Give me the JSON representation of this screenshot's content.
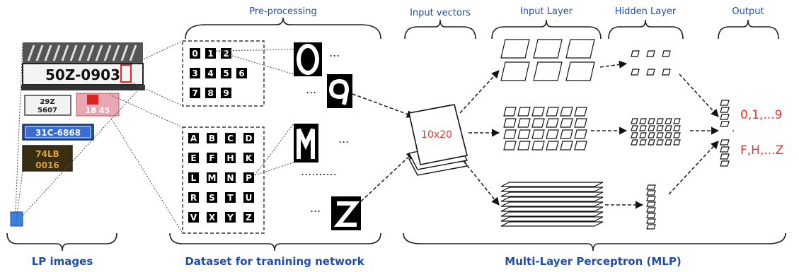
{
  "title_main": "Multi-Layer  Perceptron (MLP)",
  "sections": {
    "lp_images": "LP images",
    "dataset": "Dataset for tranining network",
    "preprocessing": "Pre-processing",
    "input_vectors": "Input vectors",
    "input_layer": "Input Layer",
    "hidden_layer": "Hidden Layer",
    "output": "Output"
  },
  "vector_size": "10x20",
  "outputs": [
    "0,1,...9",
    "F,H,...Z"
  ],
  "plates": {
    "main": "50Z-0903",
    "small1_line1": "29Z",
    "small1_line2": "5607",
    "small2": "31C-6868",
    "small3_line1": "74LB",
    "small3_line2": "0016"
  },
  "digits": [
    "0",
    "1",
    "2",
    "3",
    "4",
    "5",
    "6",
    "7",
    "8",
    "9"
  ],
  "letters": [
    "A",
    "B",
    "C",
    "D",
    "E",
    "F",
    "H",
    "K",
    "L",
    "M",
    "N",
    "P",
    "R",
    "S",
    "T",
    "U",
    "V",
    "X",
    "Y",
    "Z"
  ],
  "samples": [
    "0",
    "9",
    "M",
    "Z"
  ],
  "ellipsis": "...",
  "long_ellipsis": "..........",
  "colors": {
    "label_blue": "#1f4ea8",
    "output_red": "#e8322b",
    "highlight_red": "#e22"
  }
}
